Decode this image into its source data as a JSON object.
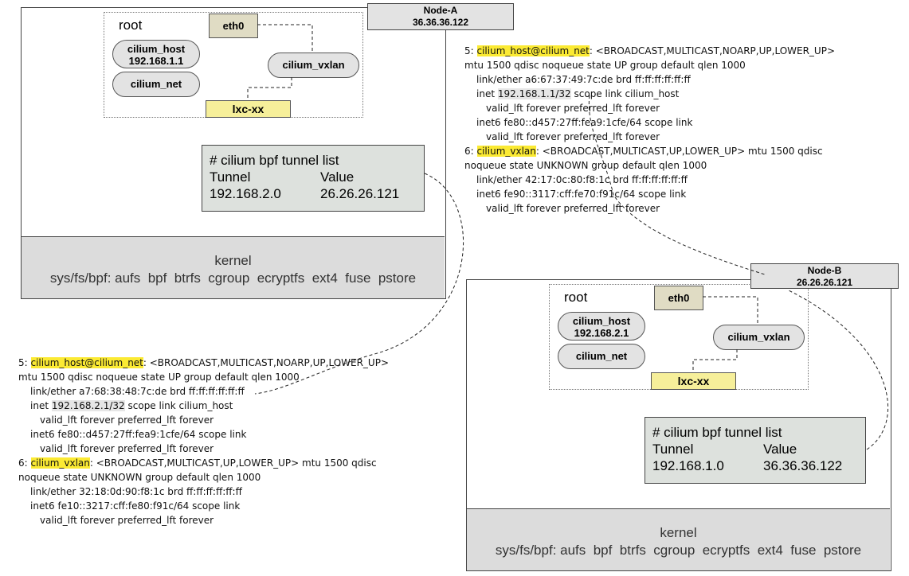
{
  "nodeA": {
    "label_line1": "Node-A",
    "label_line2": "36.36.36.122",
    "root_label": "root",
    "eth0": "eth0",
    "cilium_host_line1": "cilium_host",
    "cilium_host_line2": "192.168.1.1",
    "cilium_net": "cilium_net",
    "cilium_vxlan": "cilium_vxlan",
    "lxc": "lxc-xx",
    "tunnel": {
      "title": "# cilium bpf tunnel list",
      "col1": "Tunnel",
      "col2": "Value",
      "val1": "192.168.2.0",
      "val2": "26.26.26.121"
    },
    "kernel_title": "kernel",
    "kernel_fs": "sys/fs/bpf: aufs  bpf  btrfs  cgroup  ecryptfs  ext4  fuse  pstore"
  },
  "nodeB": {
    "label_line1": "Node-B",
    "label_line2": "26.26.26.121",
    "root_label": "root",
    "eth0": "eth0",
    "cilium_host_line1": "cilium_host",
    "cilium_host_line2": "192.168.2.1",
    "cilium_net": "cilium_net",
    "cilium_vxlan": "cilium_vxlan",
    "lxc": "lxc-xx",
    "tunnel": {
      "title": "# cilium bpf tunnel list",
      "col1": "Tunnel",
      "col2": "Value",
      "val1": "192.168.1.0",
      "val2": "36.36.36.122"
    },
    "kernel_title": "kernel",
    "kernel_fs": "sys/fs/bpf: aufs  bpf  btrfs  cgroup  ecryptfs  ext4  fuse  pstore"
  },
  "termA": {
    "l1_pre": "5: ",
    "l1_hl": "cilium_host@cilium_net",
    "l1_post": ": <BROADCAST,MULTICAST,NOARP,UP,LOWER_UP>",
    "l2": "mtu 1500 qdisc noqueue state UP group default qlen 1000",
    "l3": "link/ether a6:67:37:49:7c:de brd ff:ff:ff:ff:ff:ff",
    "l4_pre": "inet ",
    "l4_hl": "192.168.1.1/32",
    "l4_post": " scope link cilium_host",
    "l5": "valid_lft forever preferred_lft forever",
    "l6": "inet6 fe80::d457:27ff:fea9:1cfe/64 scope link",
    "l7": "valid_lft forever preferred_lft forever",
    "l8_pre": "6: ",
    "l8_hl": "cilium_vxlan",
    "l8_post": ": <BROADCAST,MULTICAST,UP,LOWER_UP> mtu 1500 qdisc",
    "l9": "noqueue state UNKNOWN group default qlen 1000",
    "l10": "link/ether 42:17:0c:80:f8:1c brd ff:ff:ff:ff:ff:ff",
    "l11": "inet6 fe90::3117:cff:fe70:f91c/64 scope link",
    "l12": "valid_lft forever preferred_lft forever"
  },
  "termB": {
    "l1_pre": "5: ",
    "l1_hl": "cilium_host@cilium_net",
    "l1_post": ": <BROADCAST,MULTICAST,NOARP,UP,LOWER_UP>",
    "l2": "mtu 1500 qdisc noqueue state UP group default qlen 1000",
    "l3": "link/ether a7:68:38:48:7c:de brd ff:ff:ff:ff:ff:ff",
    "l4_pre": "inet ",
    "l4_hl": "192.168.2.1/32",
    "l4_post": " scope link cilium_host",
    "l5": "valid_lft forever preferred_lft forever",
    "l6": "inet6 fe80::d457:27ff:fea9:1cfe/64 scope link",
    "l7": "valid_lft forever preferred_lft forever",
    "l8_pre": "6: ",
    "l8_hl": "cilium_vxlan",
    "l8_post": ": <BROADCAST,MULTICAST,UP,LOWER_UP> mtu 1500 qdisc",
    "l9": "noqueue state UNKNOWN group default qlen 1000",
    "l10": "link/ether 32:18:0d:90:f8:1c brd ff:ff:ff:ff:ff:ff",
    "l11": "inet6 fe10::3217:cff:fe80:f91c/64 scope link",
    "l12": "valid_lft forever preferred_lft forever"
  },
  "colors": {
    "highlight": "#fbea33",
    "kernel_bg": "#dcdcdc",
    "interface_bg": "#e3e3e3",
    "lxc_bg": "#f6ef9a",
    "eth0_bg": "#e0dcc4",
    "tunnel_bg": "#dde1dd"
  }
}
